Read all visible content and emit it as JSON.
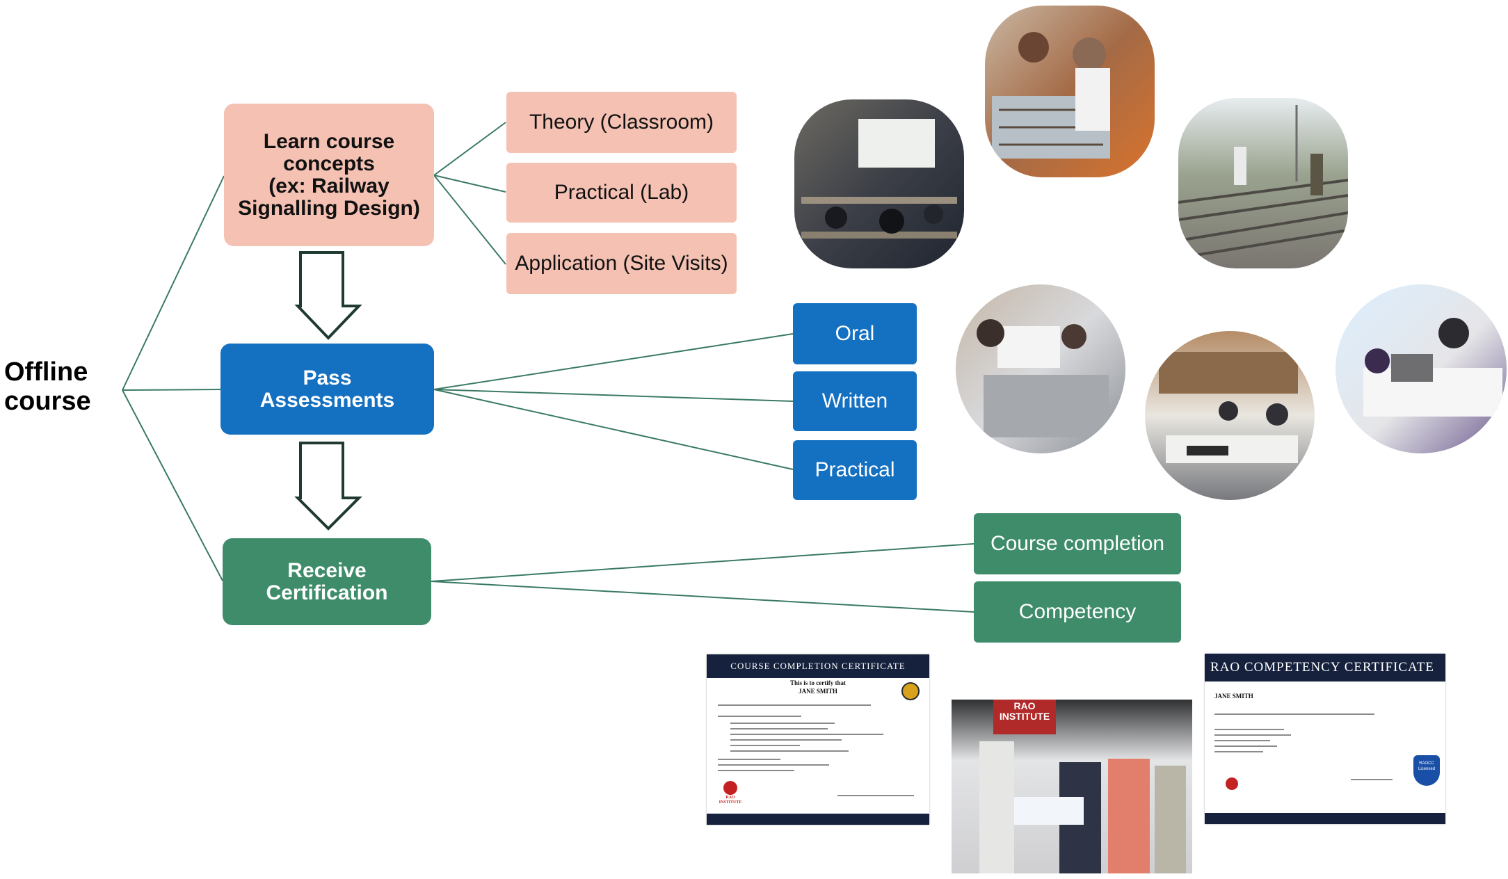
{
  "side_label": "Offline\ncourse",
  "stages": {
    "learn": "Learn course\nconcepts\n(ex: Railway\nSignalling Design)",
    "assess": "Pass\nAssessments",
    "certify": "Receive\nCertification"
  },
  "learn_modes": [
    "Theory (Classroom)",
    "Practical (Lab)",
    "Application (Site Visits)"
  ],
  "assessment_types": [
    "Oral",
    "Written",
    "Practical"
  ],
  "certification_types": [
    "Course completion",
    "Competency"
  ],
  "certificates": {
    "completion": {
      "heading": "COURSE COMPLETION CERTIFICATE",
      "line1": "This is to certify that",
      "name": "JANE SMITH",
      "logo_text": "RAO\nINSTITUTE"
    },
    "competency": {
      "heading": "RAO COMPETENCY CERTIFICATE",
      "name": "JANE SMITH",
      "badge_text": "RAOCC\nLicensed"
    }
  },
  "photo_banner_text": "RAO\nINSTITUTE",
  "colors": {
    "salmon": "#f4c1b3",
    "blue": "#1470c0",
    "green": "#3e8c6a",
    "connector": "#3a7a64",
    "cert_navy": "#15213d"
  }
}
